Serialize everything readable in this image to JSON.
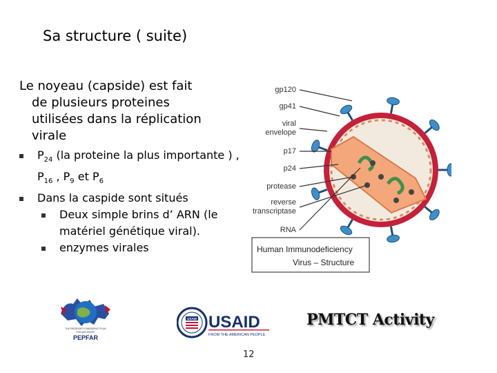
{
  "slide": {
    "title": "Sa structure ( suite)",
    "intro": {
      "line1": "Le noyeau (capside) est fait",
      "line2": "de plusieurs proteines",
      "line3": "utilisées dans la réplication",
      "line4": "virale"
    },
    "bullets": {
      "b1": {
        "p": "P",
        "p_sub": "24",
        "text1": " (la proteine la plus importante ) ,  P",
        "sub2": "16",
        "text2": "  ,  P",
        "sub3": "9",
        "text3": "  et P",
        "sub4": "6"
      },
      "b2": {
        "text": "Dans la caspide sont situés",
        "sub_items": [
          "Deux simple brins d’ ARN (le matériel génétique viral).",
          "enzymes virales"
        ]
      }
    },
    "page_number": "12"
  },
  "diagram": {
    "labels": {
      "gp120": "gp120",
      "gp41": "gp41",
      "viral": "viral",
      "envelope": "envelope",
      "p17": "p17",
      "p24": "p24",
      "protease": "protease",
      "reverse": "reverse",
      "transcriptase": "transcriptase",
      "rna": "RNA"
    },
    "caption_line1": "Human Immunodeficiency",
    "caption_line2": "Virus – Structure"
  },
  "logos": {
    "pepfar_line1": "THE PRESIDENT'S EMERGENCY PLAN",
    "pepfar_line2": "FOR AIDS RELIEF",
    "pepfar_name": "PEPFAR",
    "usaid_name": "USAID",
    "usaid_tagline": "FROM THE AMERICAN PEOPLE",
    "usaid_seal": "USAID",
    "pmtct": "PMTCT Activity"
  },
  "colors": {
    "envelope_red": "#c4213a",
    "capsid_orange": "#f4a77a",
    "knob_blue": "#3e8fc7",
    "rna_green": "#3f8f4e",
    "usaid_blue": "#16306b",
    "usaid_red": "#c8102e"
  }
}
